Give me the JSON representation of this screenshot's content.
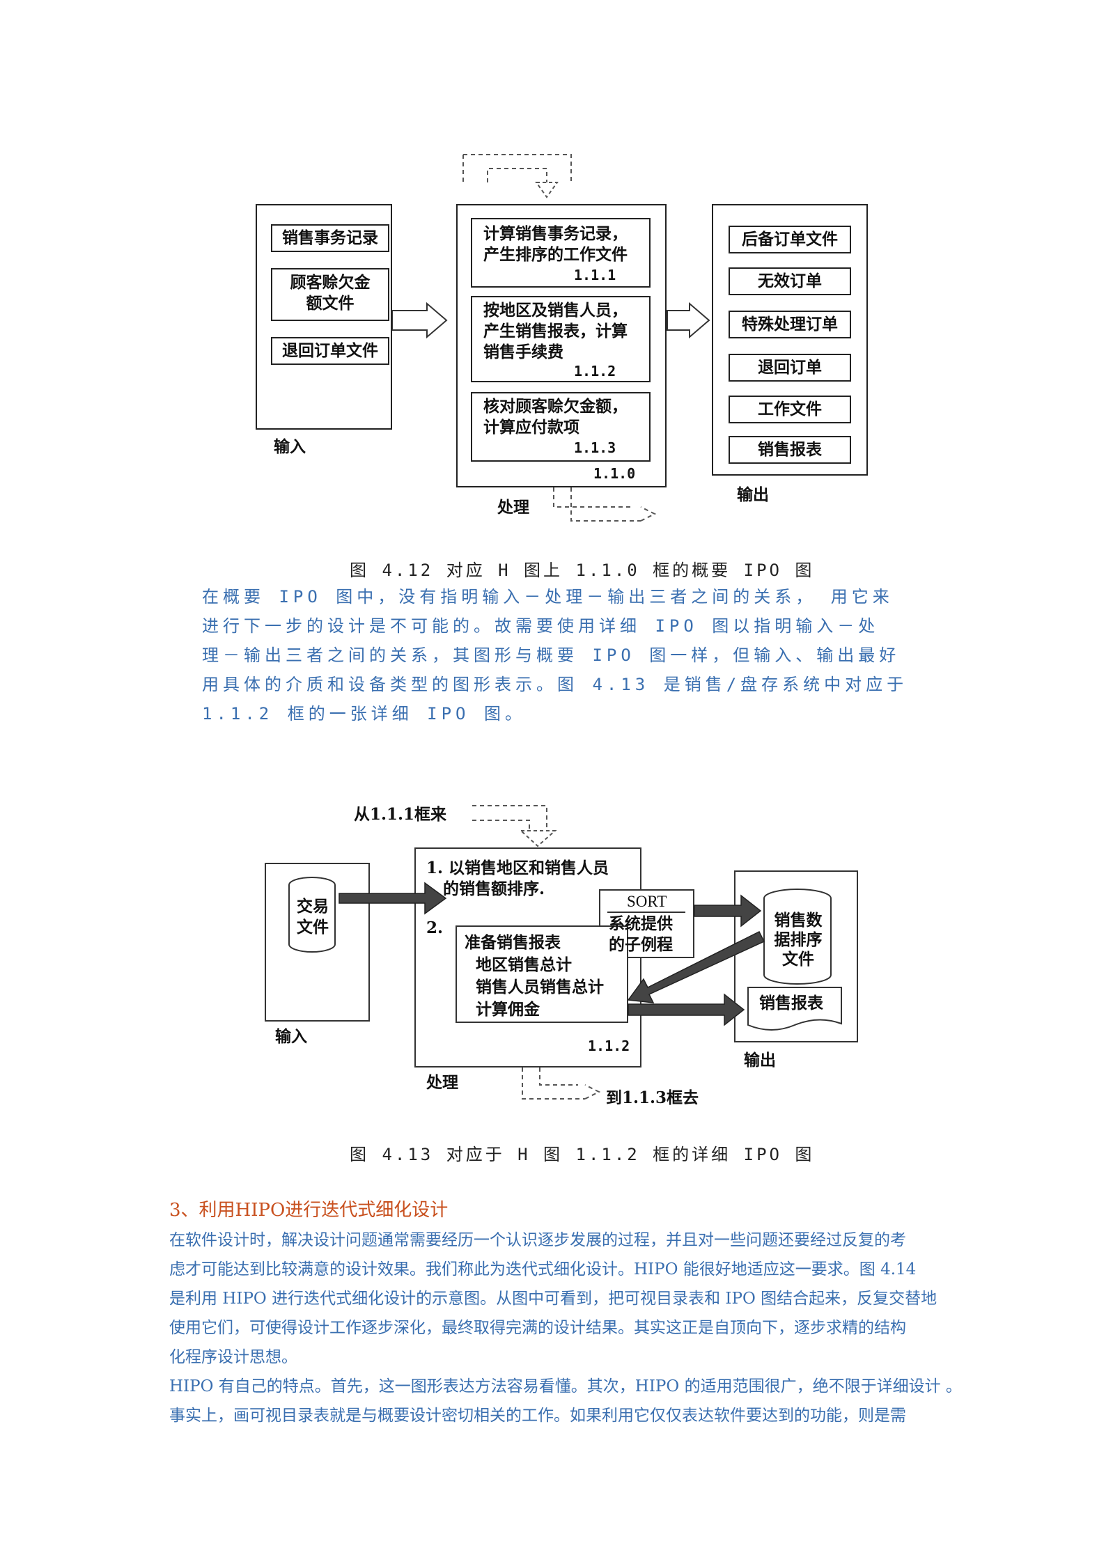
{
  "fig1": {
    "input_items": [
      "销售事务记录",
      "顾客赊欠金\n额文件",
      "退回订单文件"
    ],
    "input_label": "输入",
    "process_items": [
      {
        "text": "计算销售事务记录，\n产生排序的工作文件",
        "num": "1.1.1"
      },
      {
        "text": "按地区及销售人员，\n产生销售报表，计算\n销售手续费",
        "num": "1.1.2"
      },
      {
        "text": "核对顾客赊欠金额，\n计算应付款项",
        "num": "1.1.3"
      }
    ],
    "process_num": "1.1.0",
    "process_label": "处理",
    "output_items": [
      "后备订单文件",
      "无效订单",
      "特殊处理订单",
      "退回订单",
      "工作文件",
      "销售报表"
    ],
    "output_label": "输出",
    "caption": "图 4.12 对应 H 图上 1.1.0 框的概要 IPO 图"
  },
  "para1": [
    "在概要 IPO 图中，没有指明输入－处理－输出三者之间的关系，  用它来",
    "进行下一步的设计是不可能的。故需要使用详细 IPO 图以指明输入－处",
    "理－输出三者之间的关系，其图形与概要 IPO 图一样，但输入、输出最好",
    "用具体的介质和设备类型的图形表示。图 4.13 是销售/盘存系统中对应于",
    "1.1.2 框的一张详细 IPO 图。"
  ],
  "fig2": {
    "from_label": "从1.1.1框来",
    "to_label": "到1.1.3框去",
    "input_cyl": "交易\n文件",
    "input_label": "输入",
    "step1": "1. 以销售地区和销售人员\n   的销售额排序.",
    "step2_num": "2.",
    "sort_title": "SORT",
    "sort_body": "系统提供\n的子例程",
    "prep_text": "准备销售报表\n  地区销售总计\n  销售人员销售总计\n  计算佣金",
    "process_num": "1.1.2",
    "process_label": "处理",
    "output_cyl": "销售数\n据排序\n文件",
    "output_doc": "销售报表",
    "output_label": "输出",
    "caption": "图 4.13 对应于 H 图 1.1.2 框的详细 IPO 图"
  },
  "section_heading": "3、利用HIPO进行迭代式细化设计",
  "para2": [
    "在软件设计时，解决设计问题通常需要经历一个认识逐步发展的过程，并且对一些问题还要经过反复的考",
    "虑才可能达到比较满意的设计效果。我们称此为迭代式细化设计。HIPO 能很好地适应这一要求。图 4.14",
    "是利用 HIPO 进行迭代式细化设计的示意图。从图中可看到，把可视目录表和 IPO 图结合起来，反复交替地",
    "使用它们，可使得设计工作逐步深化，最终取得完满的设计结果。其实这正是自顶向下，逐步求精的结构",
    "化程序设计思想。",
    "HIPO 有自己的特点。首先，这一图形表达方法容易看懂。其次，HIPO 的适用范围很广，绝不限于详细设计 。",
    "事实上，画可视目录表就是与概要设计密切相关的工作。如果利用它仅仅表达软件要达到的功能，则是需"
  ]
}
